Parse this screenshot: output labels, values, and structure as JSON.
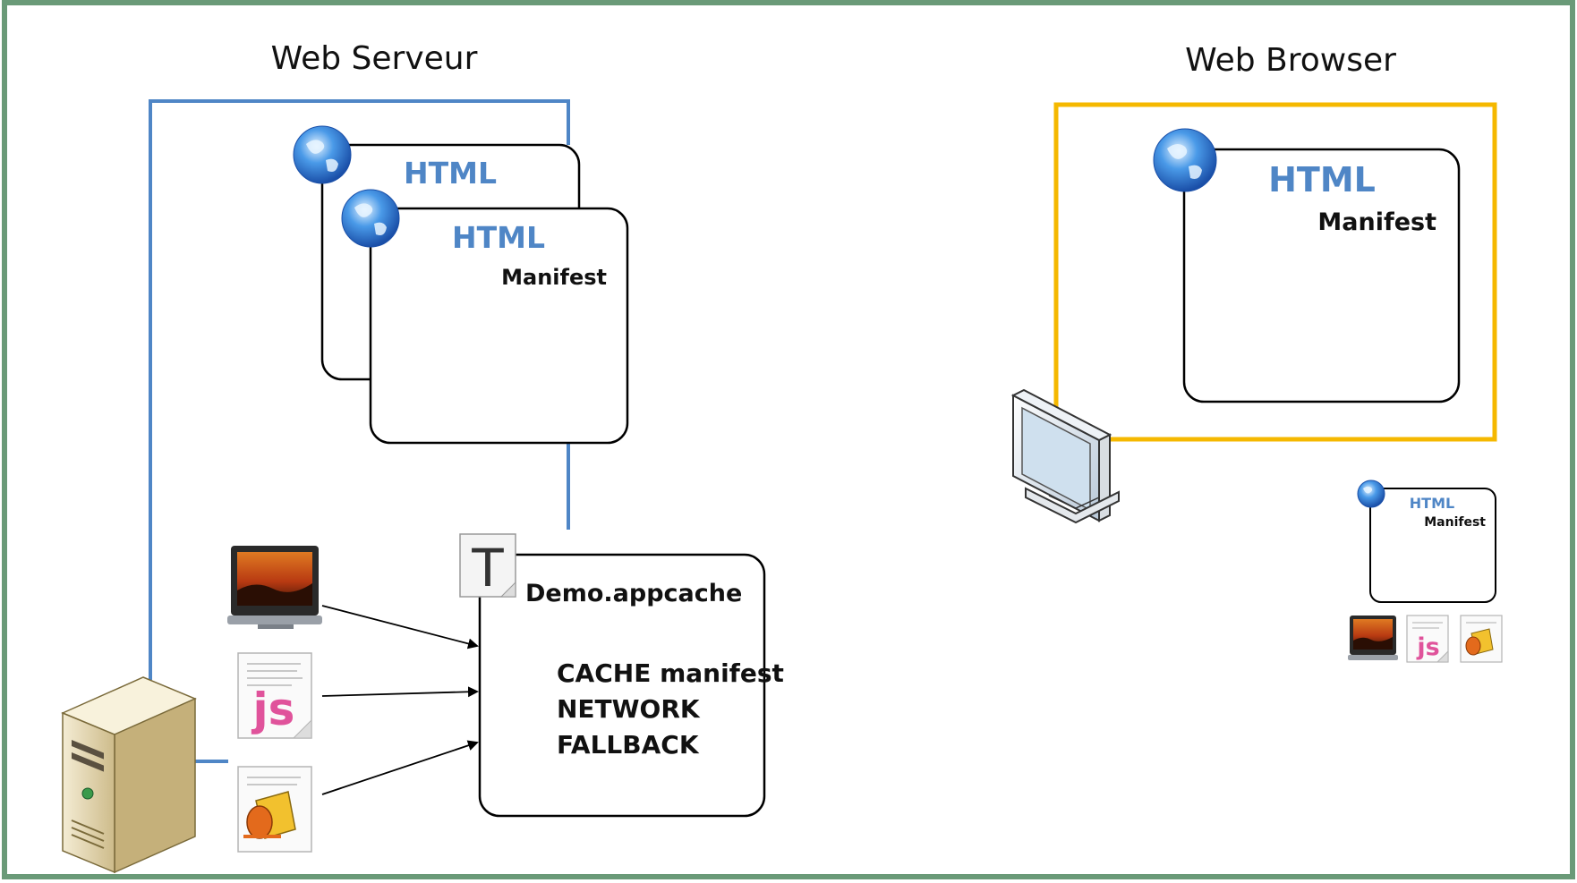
{
  "server_section": {
    "title": "Web Serveur",
    "page_back": {
      "title": "HTML"
    },
    "page_front": {
      "title": "HTML",
      "subtitle": "Manifest"
    },
    "appcache": {
      "filename": "Demo.appcache",
      "lines": [
        "CACHE manifest",
        "NETWORK",
        "FALLBACK"
      ]
    }
  },
  "browser_section": {
    "title": "Web Browser",
    "page": {
      "title": "HTML",
      "subtitle": "Manifest"
    },
    "cached_page": {
      "title": "HTML",
      "subtitle": "Manifest"
    }
  },
  "icons": {
    "js_label": "js",
    "text_file_glyph": "T"
  },
  "colors": {
    "frame_border": "#6a9a78",
    "server_line": "#4f86c6",
    "browser_frame": "#f5b800",
    "html_title": "#4f86c6",
    "js_pink": "#e0539b"
  }
}
